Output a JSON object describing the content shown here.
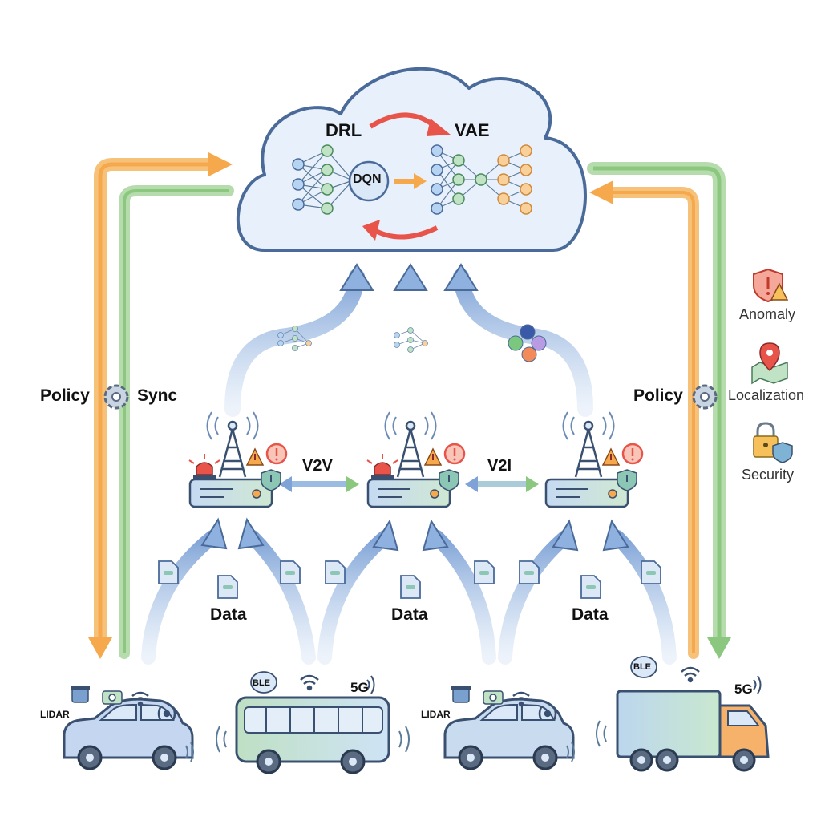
{
  "cloud": {
    "drl_label": "DRL",
    "vae_label": "VAE",
    "dqn_label": "DQN"
  },
  "feedback": {
    "left_policy": "Policy",
    "left_sync": "Sync",
    "right_policy": "Policy"
  },
  "links": {
    "v2v": "V2V",
    "v2i": "V2I"
  },
  "data_labels": [
    "Data",
    "Data",
    "Data"
  ],
  "legend": {
    "anomaly": "Anomaly",
    "localization": "Localization",
    "security": "Security"
  },
  "vehicles": {
    "car1_sensor": "LIDAR",
    "car2_sensor": "LIDAR",
    "bus_ble": "BLE",
    "bus_5g": "5G",
    "truck_ble": "BLE",
    "truck_5g": "5G"
  },
  "colors": {
    "cloud_fill": "#e6f0fa",
    "cloud_stroke": "#4a6a9a",
    "flow_blue": "#9bbbe3",
    "policy_orange": "#f6a94c",
    "sync_green": "#8cc77f",
    "alert_red": "#e8534a"
  }
}
